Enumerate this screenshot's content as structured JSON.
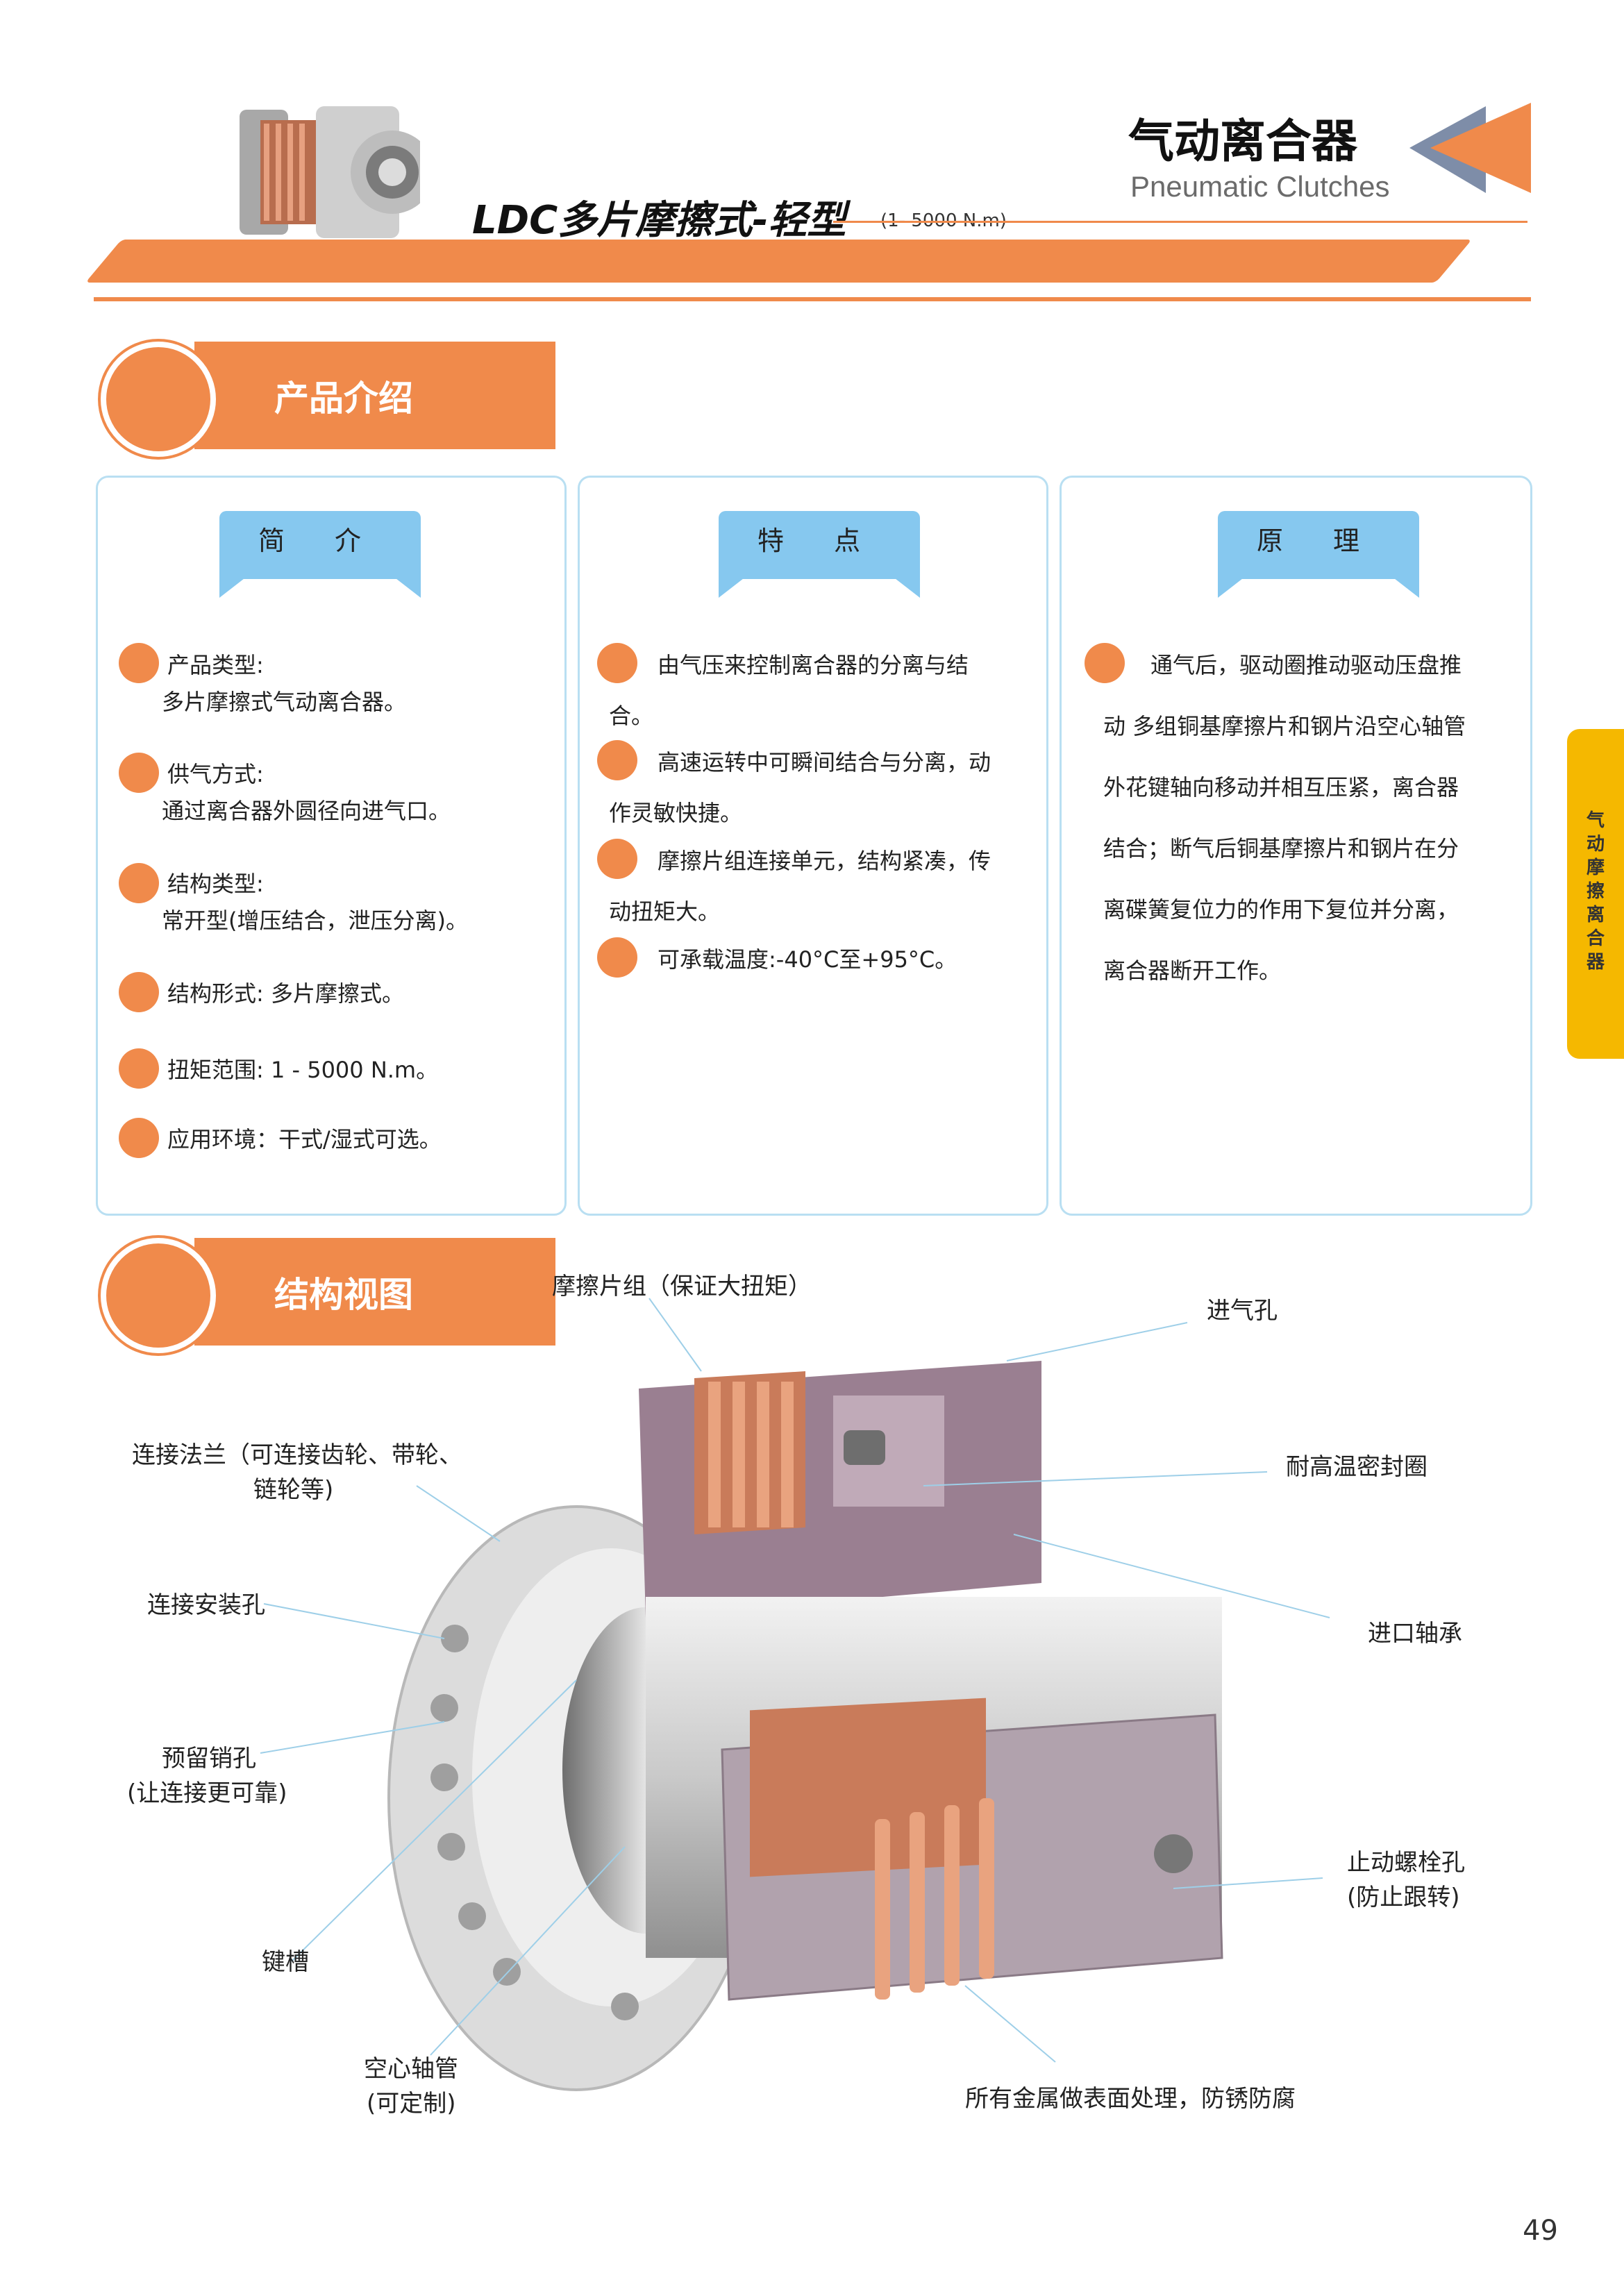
{
  "header": {
    "title": "LDC多片摩擦式-轻型",
    "range": "(1- 5000 N.m)",
    "category_cn": "气动离合器",
    "category_en": "Pneumatic Clutches"
  },
  "sections": {
    "intro": "产品介绍",
    "structure": "结构视图"
  },
  "cards": {
    "intro": {
      "title": "简 介",
      "items": [
        {
          "label": "产品类型:",
          "value": "多片摩擦式气动离合器。"
        },
        {
          "label": "供气方式:",
          "value": "通过离合器外圆径向进气口。"
        },
        {
          "label": "结构类型:",
          "value": "常开型(增压结合，泄压分离)。"
        },
        {
          "label": "结构形式: 多片摩擦式。",
          "value": ""
        },
        {
          "label": "扭矩范围: 1 - 5000 N.m。",
          "value": ""
        },
        {
          "label": "应用环境：干式/湿式可选。",
          "value": ""
        }
      ]
    },
    "features": {
      "title": "特 点",
      "items": [
        {
          "line1": "由气压来控制离合器的分离与结",
          "line2": "合。"
        },
        {
          "line1": "高速运转中可瞬间结合与分离，动",
          "line2": "作灵敏快捷。"
        },
        {
          "line1": "摩擦片组连接单元，结构紧凑，传",
          "line2": "动扭矩大。"
        },
        {
          "line1": "可承载温度:-40°C至+95°C。",
          "line2": ""
        }
      ]
    },
    "principle": {
      "title": "原 理",
      "lines": [
        "通气后，驱动圈推动驱动压盘推",
        "动 多组铜基摩擦片和钢片沿空心轴管",
        "外花键轴向移动并相互压紧，离合器",
        "结合；断气后铜基摩擦片和钢片在分",
        "离碟簧复位力的作用下复位并分离，",
        "离合器断开工作。"
      ]
    }
  },
  "callouts": {
    "friction": "摩擦片组（保证大扭矩）",
    "air_inlet": "进气孔",
    "flange_1": "连接法兰（可连接齿轮、带轮、",
    "flange_2": "链轮等)",
    "seal": "耐高温密封圈",
    "mount_hole": "连接安装孔",
    "bearing": "进口轴承",
    "pin_1": "预留销孔",
    "pin_2": "(让连接更可靠)",
    "stop_1": "止动螺栓孔",
    "stop_2": "(防止跟转)",
    "keyway": "键槽",
    "shaft_1": "空心轴管",
    "shaft_2": "(可定制)",
    "surface": "所有金属做表面处理，防锈防腐"
  },
  "side_tab": [
    "气",
    "动",
    "摩",
    "擦",
    "离",
    "合",
    "器"
  ],
  "page_number": "49",
  "colors": {
    "accent": "#f08a4b",
    "ribbon": "#86c8ef",
    "card_border": "#b9dff2",
    "side_tab": "#f5b800"
  }
}
